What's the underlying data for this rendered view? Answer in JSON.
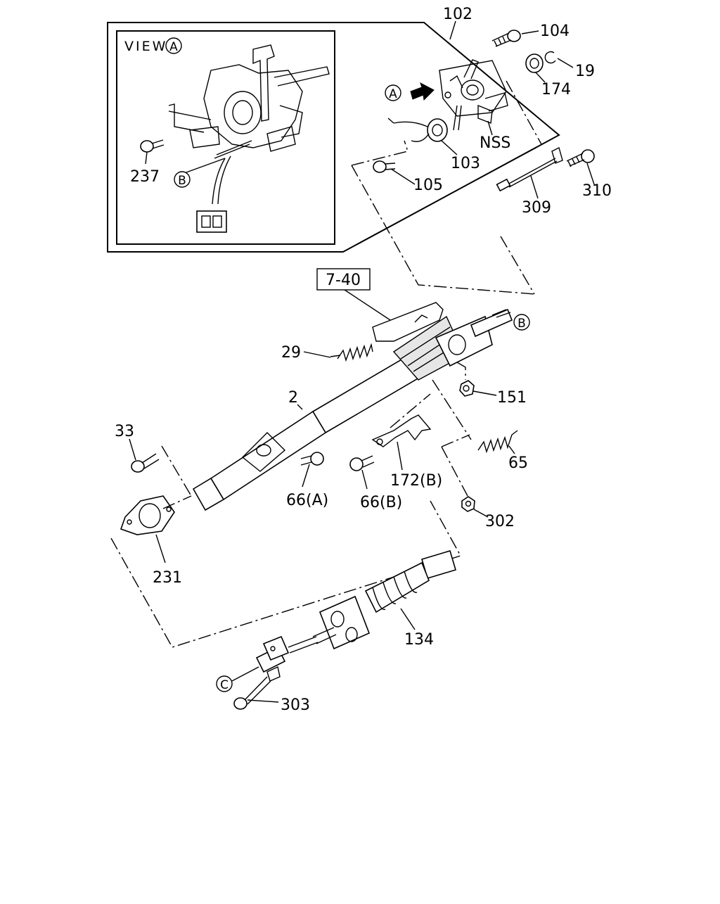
{
  "view_label": "VIEW",
  "markers": {
    "a": "A",
    "b": "B",
    "c": "C"
  },
  "ref_box": "7-40",
  "labels": {
    "p102": "102",
    "p104": "104",
    "p19": "19",
    "p174": "174",
    "pNSS": "NSS",
    "p103": "103",
    "p105": "105",
    "p310": "310",
    "p309": "309",
    "p237": "237",
    "p29": "29",
    "p151": "151",
    "p2": "2",
    "p33": "33",
    "p65": "65",
    "p172b": "172(B)",
    "p66a": "66(A)",
    "p66b": "66(B)",
    "p302": "302",
    "p231": "231",
    "p134": "134",
    "p303": "303"
  }
}
